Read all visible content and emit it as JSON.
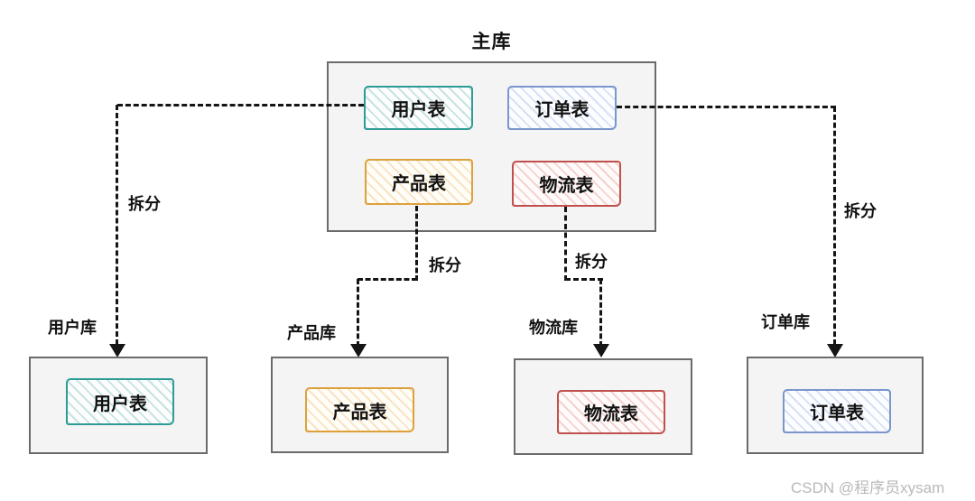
{
  "main_db": {
    "label": "主库",
    "tables": [
      {
        "name": "用户表",
        "color_name": "teal",
        "border_color": "#2e9c96",
        "hatch_color": "#c6e4e2"
      },
      {
        "name": "订单表",
        "color_name": "blue",
        "border_color": "#7b96cc",
        "hatch_color": "#d8e1f4"
      },
      {
        "name": "产品表",
        "color_name": "orange",
        "border_color": "#dda13c",
        "hatch_color": "#f8e4c4"
      },
      {
        "name": "物流表",
        "color_name": "red",
        "border_color": "#c0504d",
        "hatch_color": "#f4d3cf"
      }
    ]
  },
  "shards": [
    {
      "db_name": "用户库",
      "table": "用户表",
      "arrow_label": "拆分",
      "color_name": "teal"
    },
    {
      "db_name": "产品库",
      "table": "产品表",
      "arrow_label": "拆分",
      "color_name": "orange"
    },
    {
      "db_name": "物流库",
      "table": "物流表",
      "arrow_label": "拆分",
      "color_name": "red"
    },
    {
      "db_name": "订单库",
      "table": "订单表",
      "arrow_label": "拆分",
      "color_name": "blue"
    }
  ],
  "colors": {
    "container_fill": "#f4f4f4",
    "container_border": "#6b6b6b",
    "arrow": "#151515",
    "watermark_text_color": "#b9b9b9"
  },
  "watermark": "CSDN @程序员xysam"
}
